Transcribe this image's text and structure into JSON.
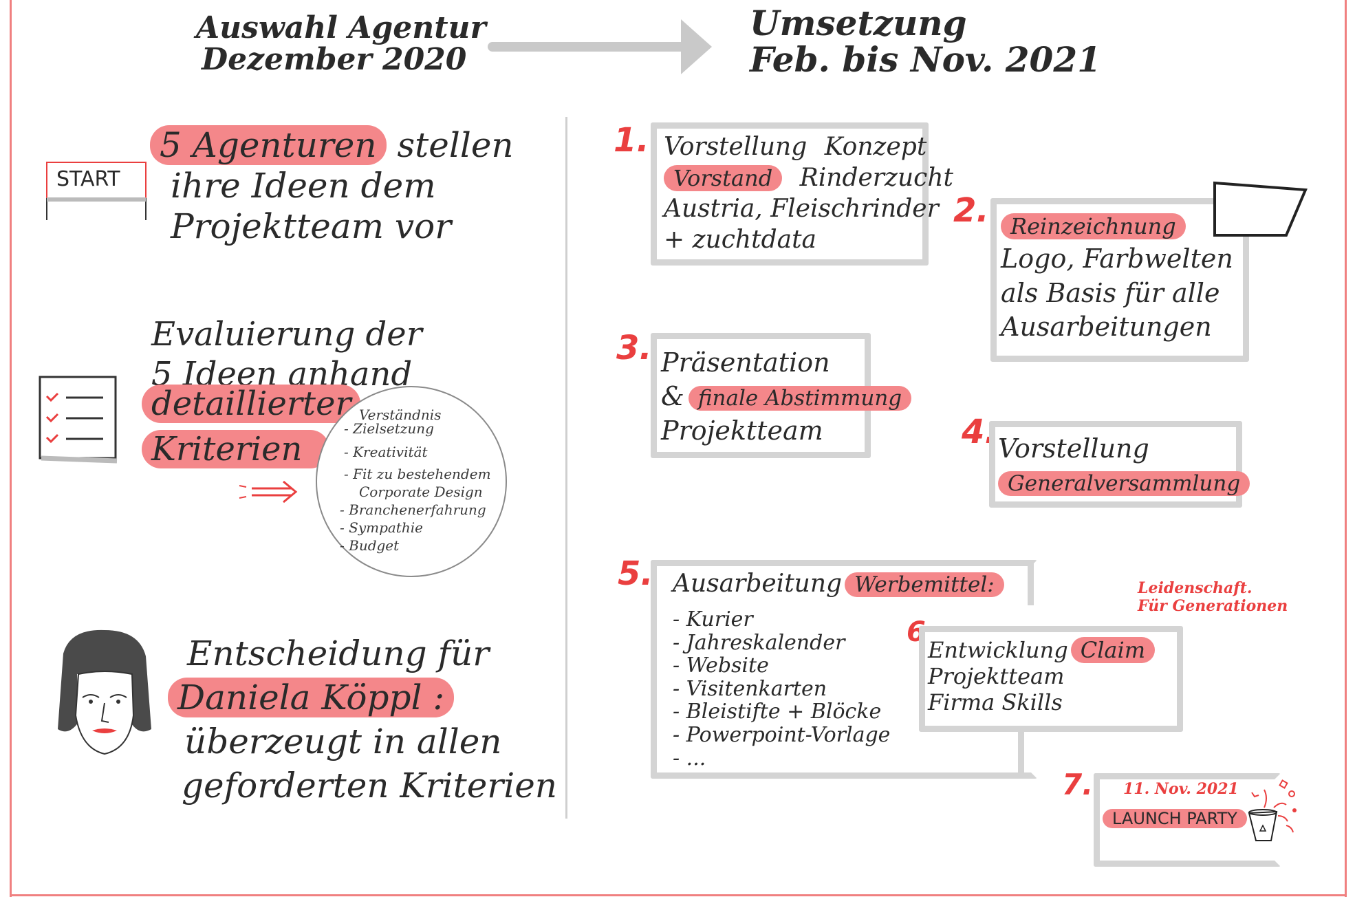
{
  "header": {
    "left_line1": "Auswahl Agentur",
    "left_line2": "Dezember 2020",
    "right_line1": "Umsetzung",
    "right_line2": "Feb. bis Nov. 2021"
  },
  "left": {
    "start_label": "START",
    "block1": {
      "highlight": "5 Agenturen",
      "rest1": "stellen",
      "line2": "ihre Ideen dem",
      "line3": "Projektteam vor"
    },
    "block2": {
      "line1": "Evaluierung der",
      "line2": "5 Ideen anhand",
      "highlight1": "detaillierter",
      "highlight2": "Kriterien"
    },
    "criteria": [
      "Verständnis",
      "- Zielsetzung",
      "- Kreativität",
      "- Fit zu bestehendem",
      "Corporate Design",
      "- Branchenerfahrung",
      "- Sympathie",
      "- Budget"
    ],
    "block3": {
      "line1": "Entscheidung für",
      "highlight": "Daniela Köppl :",
      "line3": "überzeugt in allen",
      "line4": "geforderten Kriterien"
    }
  },
  "steps": {
    "s1": {
      "num": "1.",
      "l1a": "Vorstellung",
      "l1b": "Konzept",
      "hl": "Vorstand",
      "l2b": "Rinderzucht",
      "l3": "Austria, Fleischrinder",
      "l4": "+ zuchtdata"
    },
    "s2": {
      "num": "2.",
      "hl": "Reinzeichnung",
      "l2": "Logo, Farbwelten",
      "l3": "als Basis für alle",
      "l4": "Ausarbeitungen"
    },
    "s3": {
      "num": "3.",
      "l1": "Präsentation",
      "l2a": "&",
      "hl": "finale Abstimmung",
      "l3": "Projektteam"
    },
    "s4": {
      "num": "4.",
      "l1": "Vorstellung",
      "hl": "Generalversammlung"
    },
    "s5": {
      "num": "5.",
      "l1": "Ausarbeitung",
      "hl": "Werbemittel:",
      "items": [
        "- Kurier",
        "- Jahreskalender",
        "- Website",
        "- Visitenkarten",
        "- Bleistifte + Blöcke",
        "- Powerpoint-Vorlage",
        "- ..."
      ]
    },
    "s6": {
      "num": "6.",
      "l1": "Entwicklung",
      "hl": "Claim",
      "l2": "Projektteam",
      "l3": "Firma Skills"
    },
    "s7": {
      "num": "7.",
      "date": "11. Nov. 2021",
      "hl": "LAUNCH PARTY"
    },
    "claim": {
      "l1": "Leidenschaft.",
      "l2": "Für Generationen"
    }
  },
  "colors": {
    "accent": "#f4878a",
    "number_red": "#ea3f3f",
    "box_grey": "#d4d4d4",
    "frame": "#f08080"
  }
}
